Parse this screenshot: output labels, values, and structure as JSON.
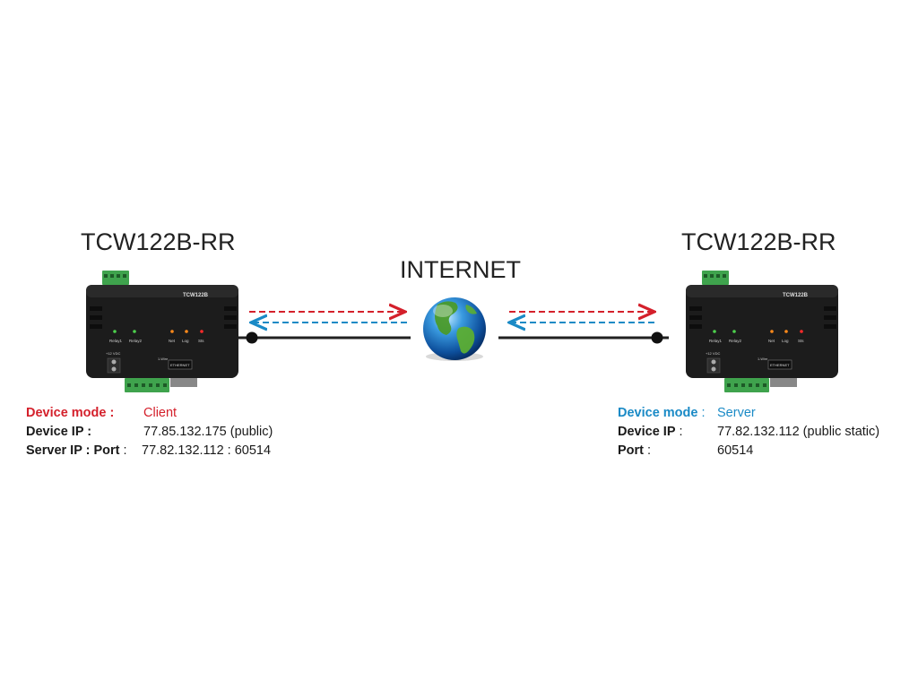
{
  "left_device": {
    "title": "TCW122B-RR",
    "label_mode": "Device mode :",
    "value_mode": "Client",
    "label_ip": "Device IP :",
    "value_ip": "77.85.132.175 (public)",
    "label_server": "Server IP : Port",
    "label_server_sep": " :",
    "value_server": "77.82.132.112 : 60514"
  },
  "right_device": {
    "title": "TCW122B-RR",
    "label_mode": "Device mode",
    "label_mode_sep": " :",
    "value_mode": "Server",
    "label_ip": "Device IP",
    "label_ip_sep": " :",
    "value_ip": "77.82.132.112 (public static)",
    "label_port": "Port",
    "label_port_sep": " :",
    "value_port": "60514"
  },
  "internet_label": "INTERNET",
  "device_print": {
    "model": "TCW122B",
    "relay1": "Relay1",
    "relay2": "Relay2",
    "net": "Net",
    "log": "Log",
    "sts": "Sts",
    "power": "+12 VDC",
    "ethernet": "ETHERNET",
    "speed": "1-Wire"
  },
  "colors": {
    "client": "#d4202b",
    "server": "#1a8ac6",
    "device_body": "#1c1c1c",
    "terminal_green": "#3fa34d",
    "link_line": "#222222"
  }
}
